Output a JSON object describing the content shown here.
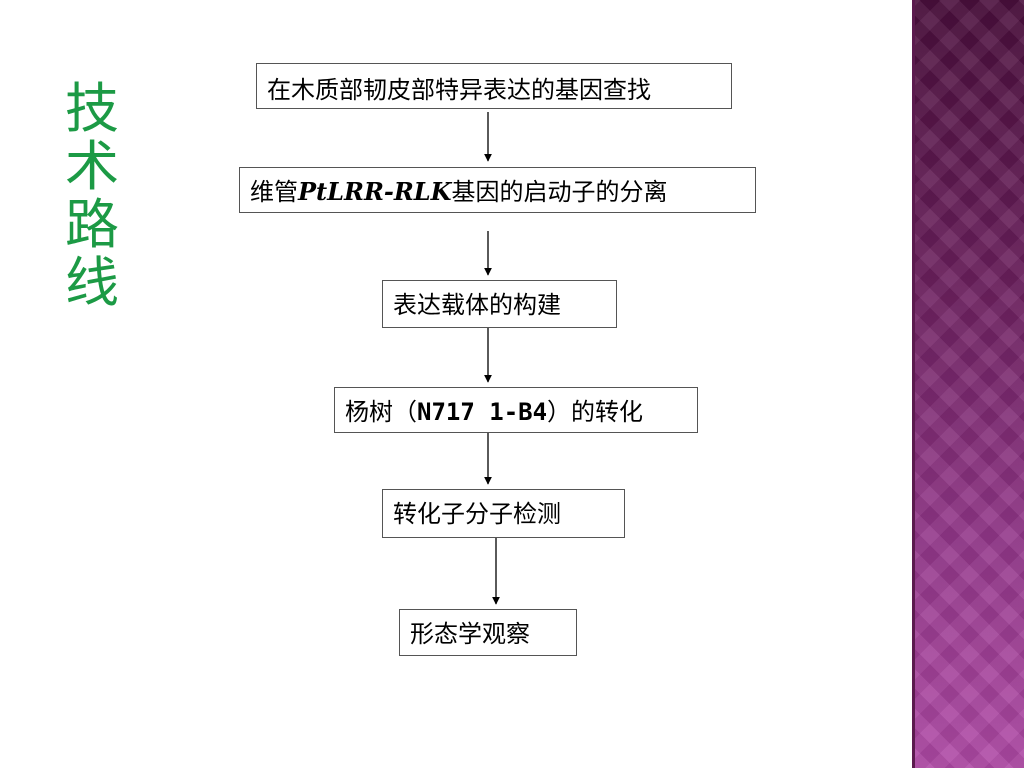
{
  "title": "技\n术\n路\n线",
  "steps": [
    {
      "text": "在木质部韧皮部特异表达的基因查找"
    },
    {
      "prefix": "维管",
      "gene": "PtLRR-RLK",
      "suffix": "基因的启动子的分离"
    },
    {
      "text": "表达载体的构建"
    },
    {
      "prefix": "杨树（",
      "code": "N717 1-B4",
      "suffix": "）的转化"
    },
    {
      "text": "转化子分子检测"
    },
    {
      "text": "形态学观察"
    }
  ]
}
